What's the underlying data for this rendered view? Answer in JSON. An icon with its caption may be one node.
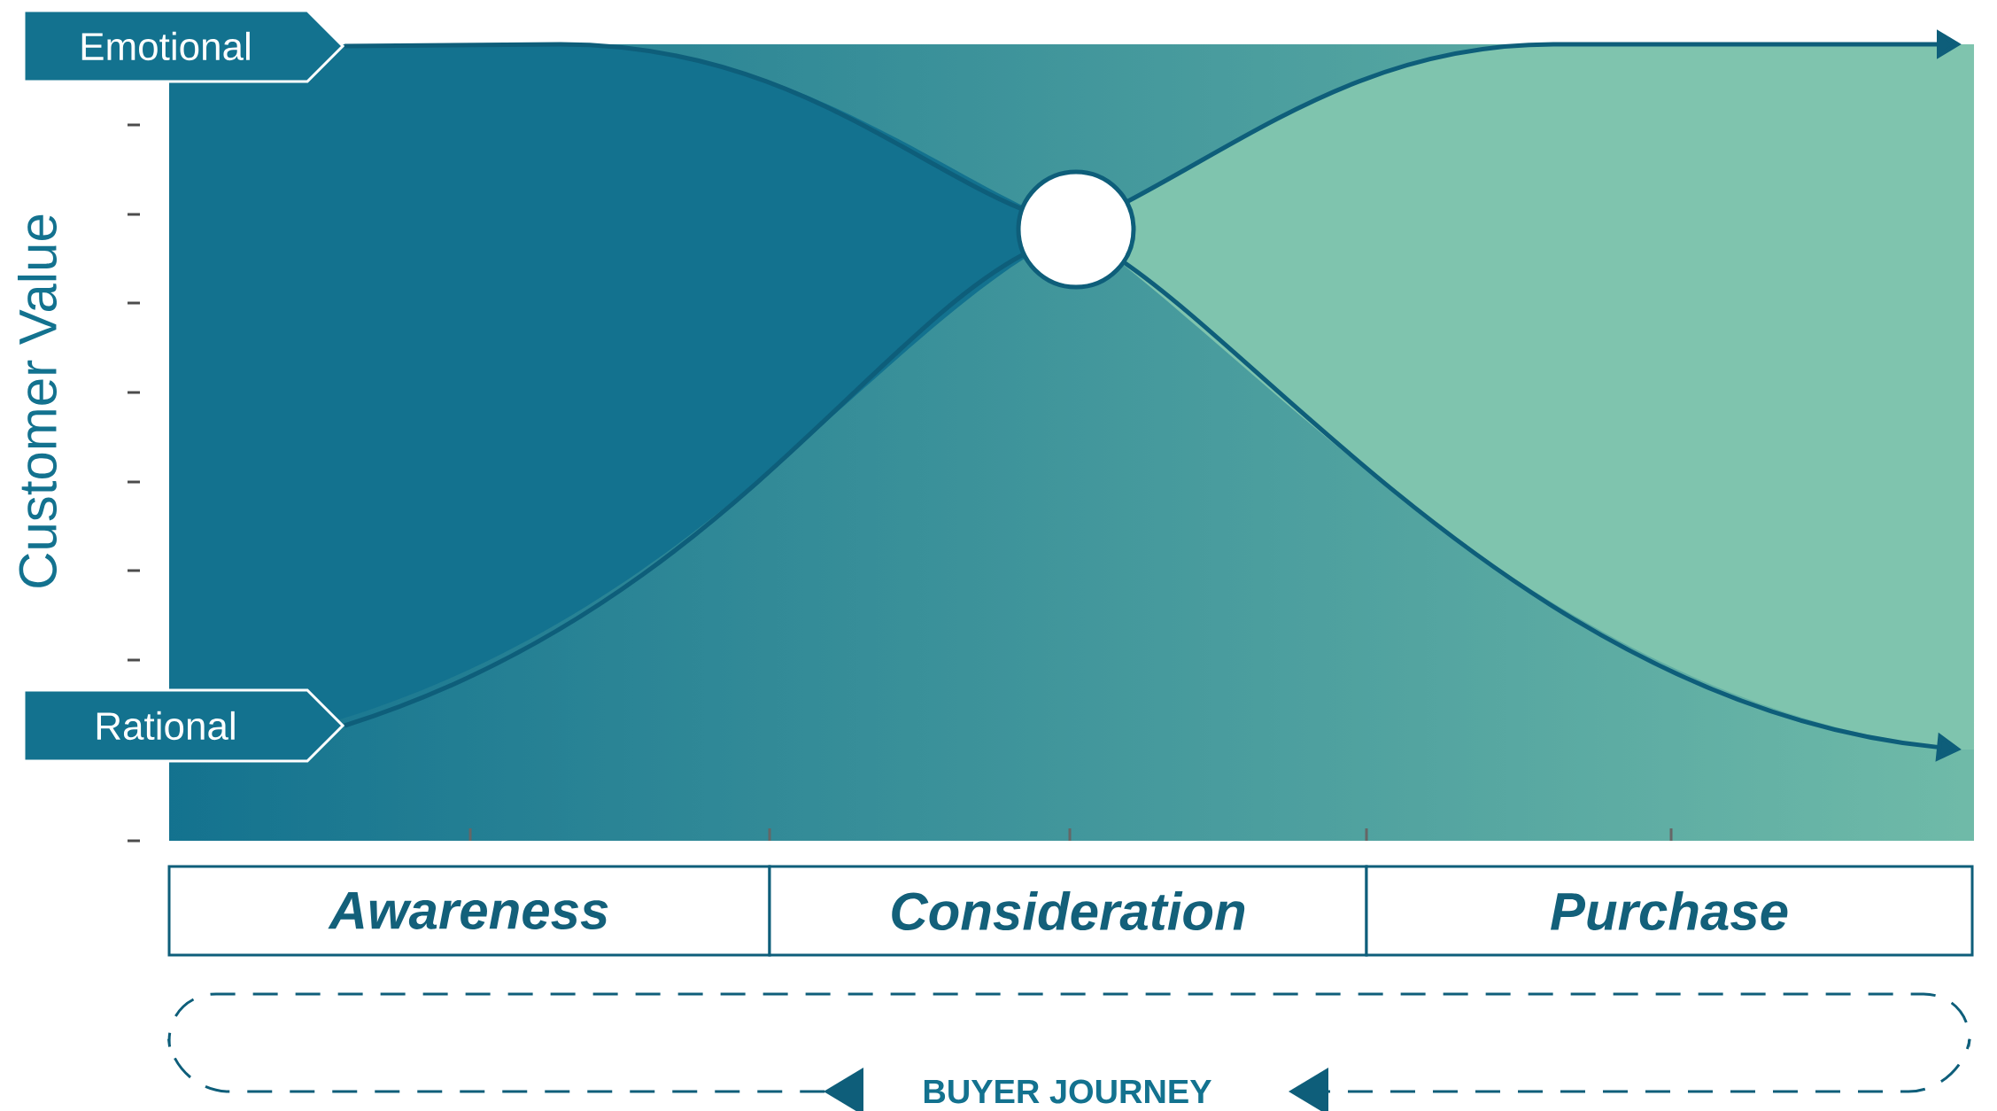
{
  "diagram": {
    "nodes": [
      {
        "text": [
          "Emotional"
        ]
      },
      {
        "text": [
          "Rational"
        ]
      },
      {
        "text": [
          "Awareness"
        ]
      },
      {
        "text": [
          "Consideration"
        ]
      },
      {
        "text": [
          "Purchase"
        ]
      },
      {
        "text": [],
        "shape": "circle"
      }
    ],
    "edges": [
      {
        "from": 0,
        "to": null,
        "arrow": "to"
      },
      {
        "from": 1,
        "to": null,
        "arrow": "to"
      }
    ],
    "labels": [
      "Customer Value",
      "BUYER JOURNEY"
    ]
  }
}
